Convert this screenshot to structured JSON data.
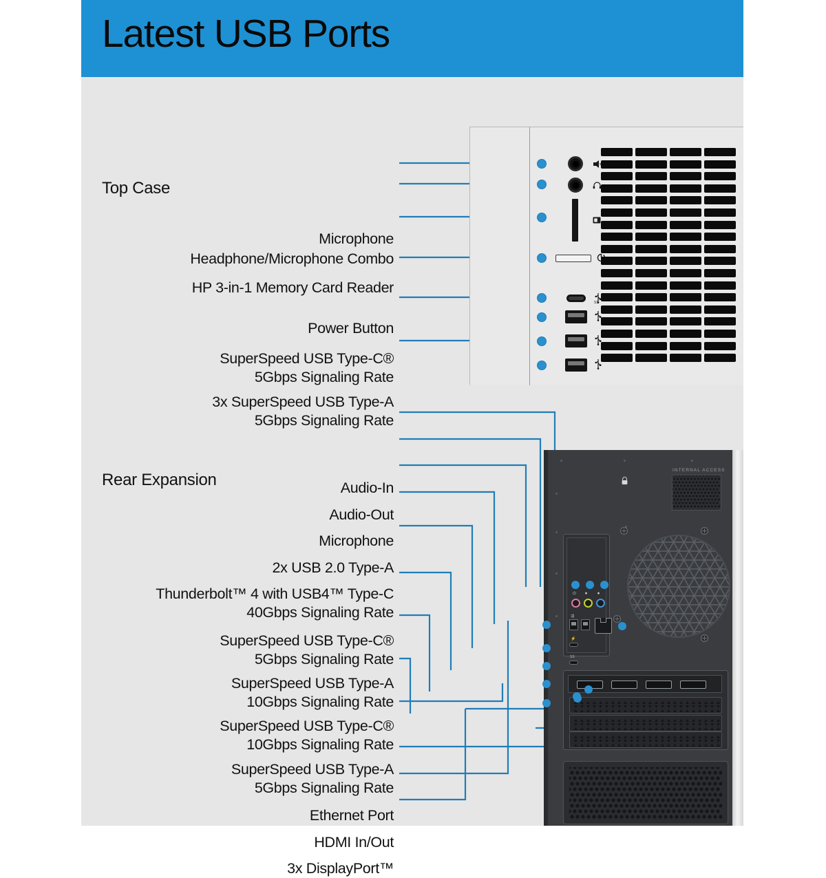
{
  "header": {
    "title": "Latest USB Ports",
    "accent_color": "#1e91d4"
  },
  "colors": {
    "accent": "#1e91d4",
    "leader_line": "#1f7db8",
    "panel_background": "#e6e6e6",
    "page_background": "#ffffff",
    "chassis_dark": "#3a3c3f"
  },
  "sections": {
    "top_case": {
      "title": "Top Case"
    },
    "rear_expansion": {
      "title": "Rear Expansion"
    }
  },
  "top_case_labels": [
    {
      "id": "microphone",
      "lines": [
        "Microphone"
      ]
    },
    {
      "id": "headphone-microphone-combo",
      "lines": [
        "Headphone/Microphone Combo"
      ]
    },
    {
      "id": "memory-card-reader",
      "lines": [
        "HP 3-in-1 Memory Card Reader"
      ]
    },
    {
      "id": "power-button",
      "lines": [
        "Power Button"
      ]
    },
    {
      "id": "usb-type-c-5gbps",
      "lines": [
        "SuperSpeed USB Type-C®",
        "5Gbps Signaling Rate"
      ]
    },
    {
      "id": "usb-type-a-5gbps-3x",
      "lines": [
        "3x SuperSpeed USB Type-A",
        "5Gbps Signaling Rate"
      ]
    }
  ],
  "rear_labels": [
    {
      "id": "audio-in",
      "lines": [
        "Audio-In"
      ]
    },
    {
      "id": "audio-out",
      "lines": [
        "Audio-Out"
      ]
    },
    {
      "id": "microphone",
      "lines": [
        "Microphone"
      ]
    },
    {
      "id": "usb-2-type-a-2x",
      "lines": [
        "2x USB 2.0 Type-A"
      ]
    },
    {
      "id": "thunderbolt-4-usb4-type-c",
      "lines": [
        "Thunderbolt™ 4 with USB4™ Type-C",
        "40Gbps Signaling Rate"
      ]
    },
    {
      "id": "usb-type-c-5gbps",
      "lines": [
        "SuperSpeed USB Type-C®",
        "5Gbps Signaling Rate"
      ]
    },
    {
      "id": "usb-type-a-10gbps",
      "lines": [
        "SuperSpeed USB Type-A",
        "10Gbps Signaling Rate"
      ]
    },
    {
      "id": "usb-type-c-10gbps",
      "lines": [
        "SuperSpeed USB Type-C®",
        "10Gbps Signaling Rate"
      ]
    },
    {
      "id": "usb-type-a-5gbps",
      "lines": [
        "SuperSpeed USB Type-A",
        "5Gbps Signaling Rate"
      ]
    },
    {
      "id": "ethernet-port",
      "lines": [
        "Ethernet Port"
      ]
    },
    {
      "id": "hdmi-in-out",
      "lines": [
        "HDMI In/Out"
      ]
    },
    {
      "id": "displayport-3x",
      "lines": [
        "3x DisplayPort™"
      ]
    }
  ],
  "chassis_text": {
    "internal_access": "INTERNAL ACCESS"
  },
  "top_case_ports": [
    {
      "id": "microphone-jack",
      "icon": "microphone-icon"
    },
    {
      "id": "headphone-combo-jack",
      "icon": "headphone-icon"
    },
    {
      "id": "sd-card-slot",
      "icon": "memory-card-icon"
    },
    {
      "id": "power-button",
      "icon": "power-icon"
    },
    {
      "id": "usb-c-port",
      "icon": "superspeed-usb-icon"
    },
    {
      "id": "usb-a-port-1",
      "icon": "superspeed-usb-icon"
    },
    {
      "id": "usb-a-port-2",
      "icon": "superspeed-usb-icon"
    },
    {
      "id": "usb-a-port-3",
      "icon": "superspeed-usb-icon"
    }
  ],
  "rear_audio_jacks": [
    {
      "id": "microphone-jack",
      "color": "#e07a9c"
    },
    {
      "id": "audio-out-jack",
      "color": "#c5d430"
    },
    {
      "id": "audio-in-jack",
      "color": "#4a93d9"
    }
  ]
}
